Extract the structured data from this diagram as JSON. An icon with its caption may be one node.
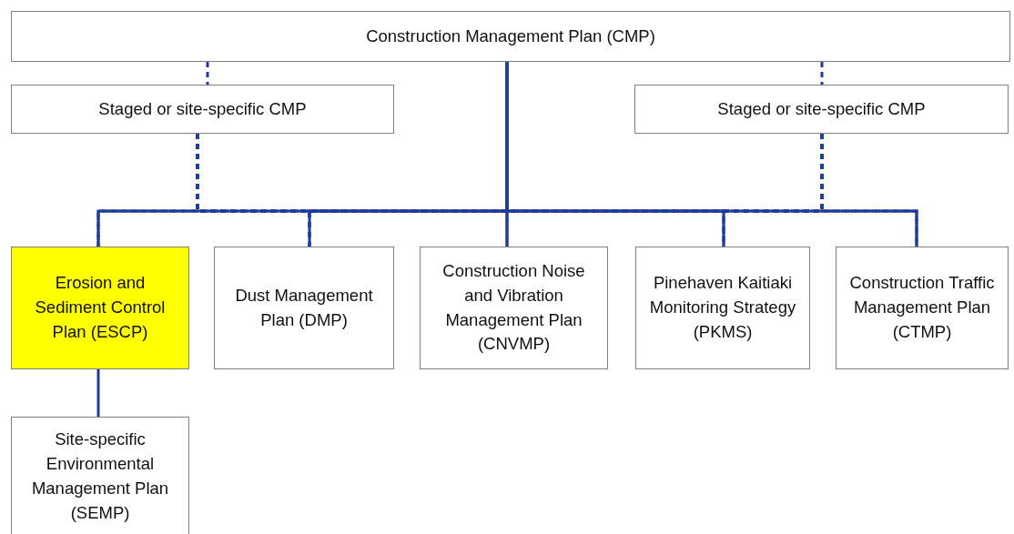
{
  "diagram": {
    "nodes": [
      {
        "text": [
          "Construction Management Plan (CMP)"
        ]
      },
      {
        "text": [
          "Staged or site-specific CMP"
        ]
      },
      {
        "text": [
          "Staged or site-specific CMP"
        ]
      },
      {
        "text": [
          "Erosion and Sediment Control Plan (ESCP)"
        ]
      },
      {
        "text": [
          "Dust Management Plan (DMP)"
        ]
      },
      {
        "text": [
          "Construction Noise and Vibration Management Plan (CNVMP)"
        ]
      },
      {
        "text": [
          "Pinehaven Kaitiaki Monitoring Strategy (PKMS)"
        ]
      },
      {
        "text": [
          "Construction Traffic Management Plan (CTMP)"
        ]
      },
      {
        "text": [
          "Site-specific Environmental Management Plan (SEMP)"
        ]
      }
    ],
    "edges": [
      {
        "from": 1,
        "to": 3,
        "arrow": "none",
        "style": "dashed"
      },
      {
        "from": 1,
        "to": 4,
        "arrow": "none",
        "style": "dashed"
      },
      {
        "from": 1,
        "to": 5,
        "arrow": "none",
        "style": "dashed"
      },
      {
        "from": 1,
        "to": 6,
        "arrow": "none",
        "style": "dashed"
      },
      {
        "from": 1,
        "to": 7,
        "arrow": "none",
        "style": "dashed"
      },
      {
        "from": 2,
        "to": 3,
        "arrow": "none",
        "style": "dashed"
      },
      {
        "from": 2,
        "to": 4,
        "arrow": "none",
        "style": "dashed"
      },
      {
        "from": 2,
        "to": 5,
        "arrow": "none",
        "style": "dashed"
      },
      {
        "from": 2,
        "to": 6,
        "arrow": "none",
        "style": "dashed"
      },
      {
        "from": 2,
        "to": 7,
        "arrow": "none",
        "style": "dashed"
      },
      {
        "from": 0,
        "to": 1,
        "arrow": "none",
        "style": "dashed"
      },
      {
        "from": 0,
        "to": 2,
        "arrow": "none",
        "style": "dashed"
      },
      {
        "from": 0,
        "to": 3,
        "arrow": "none"
      },
      {
        "from": 0,
        "to": 4,
        "arrow": "none"
      },
      {
        "from": 0,
        "to": 5,
        "arrow": "none"
      },
      {
        "from": 0,
        "to": 6,
        "arrow": "none"
      },
      {
        "from": 0,
        "to": 7,
        "arrow": "none"
      },
      {
        "from": 3,
        "to": 8,
        "arrow": "none"
      }
    ]
  }
}
